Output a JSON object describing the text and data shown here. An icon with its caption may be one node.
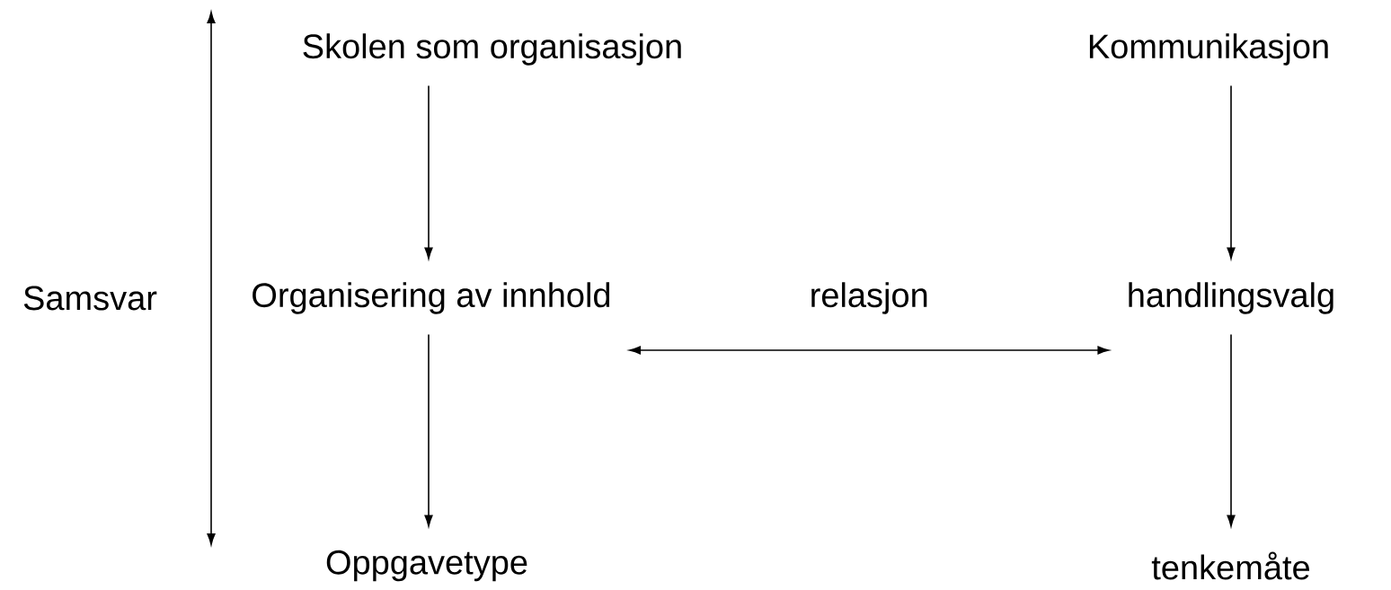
{
  "diagram": {
    "nodes": [
      {
        "text": [
          "Skolen som organisasjon"
        ]
      },
      {
        "text": [
          "Kommunikasjon"
        ]
      },
      {
        "text": [
          "Organisering av innhold"
        ]
      },
      {
        "text": [
          "handlingsvalg"
        ]
      },
      {
        "text": [
          "Oppgavetype"
        ]
      },
      {
        "text": [
          "tenkemåte"
        ]
      }
    ],
    "edges": [
      {
        "from": 0,
        "to": 2,
        "arrow": "to"
      },
      {
        "from": 1,
        "to": 3,
        "arrow": "to"
      },
      {
        "from": 2,
        "to": 3,
        "arrow": "both",
        "label": "relasjon"
      },
      {
        "from": 2,
        "to": 4,
        "arrow": "to"
      },
      {
        "from": 3,
        "to": 5,
        "arrow": "to"
      }
    ],
    "labels": [
      "Samsvar"
    ]
  }
}
